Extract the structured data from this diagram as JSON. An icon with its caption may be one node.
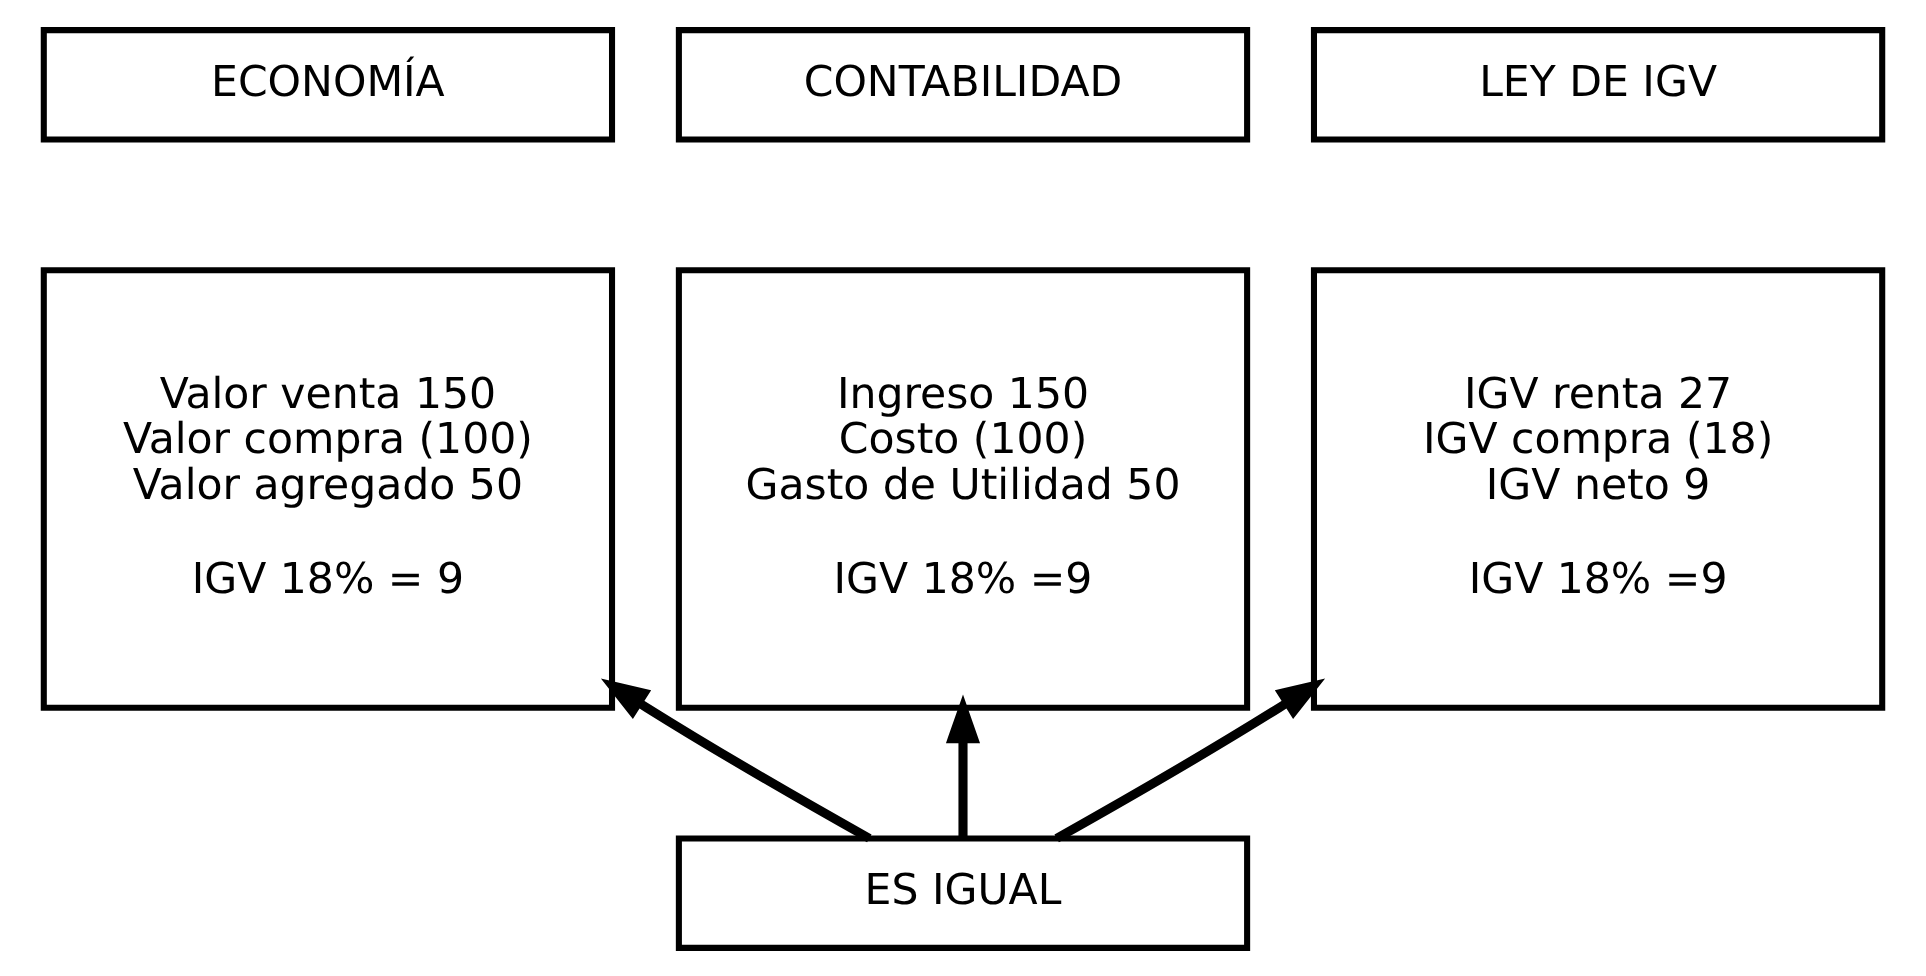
{
  "diagram": {
    "nodes": [
      {
        "text": [
          "ECONOMÍA"
        ]
      },
      {
        "text": [
          "CONTABILIDAD"
        ]
      },
      {
        "text": [
          "LEY DE IGV"
        ]
      },
      {
        "text": [
          "Valor venta 150",
          "Valor compra (100)",
          "Valor agregado 50",
          "IGV 18% = 9"
        ]
      },
      {
        "text": [
          "Ingreso 150",
          "Costo (100)",
          "Gasto de Utilidad 50",
          "IGV 18% =9"
        ]
      },
      {
        "text": [
          "IGV renta 27",
          "IGV compra (18)",
          "IGV neto 9",
          "IGV 18% =9"
        ]
      },
      {
        "text": [
          "ES IGUAL"
        ]
      }
    ],
    "edges": [
      {
        "from": 6,
        "to": 3,
        "arrow": "to"
      },
      {
        "from": 6,
        "to": 4,
        "arrow": "to"
      },
      {
        "from": 6,
        "to": 5,
        "arrow": "to"
      }
    ]
  }
}
